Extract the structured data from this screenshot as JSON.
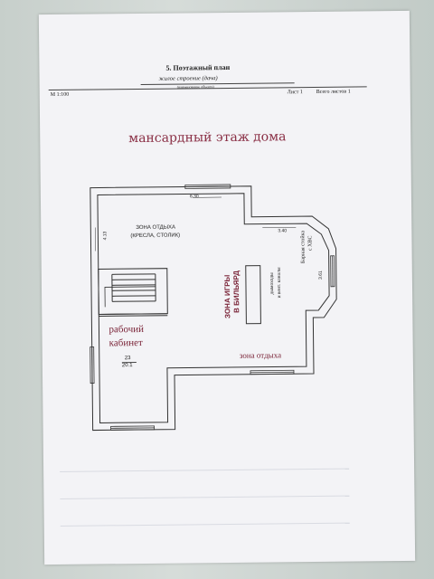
{
  "header": {
    "title": "5. Поэтажный план",
    "subtitle": "жилое строение (дача)",
    "subnote": "(наименование объекта)",
    "scale": "М 1:100",
    "sheet": "Лист 1",
    "sheets_total": "Всего листов 1"
  },
  "plan": {
    "heading": "мансардный этаж дома",
    "dimensions": {
      "top": "6.30",
      "left": "4.13",
      "bay": "3.40",
      "right": "3.61"
    },
    "zones": {
      "rest_top": {
        "line1": "ЗОНА ОТДЫХА",
        "line2": "(КРЕСЛА, СТОЛИК)"
      },
      "billiard": {
        "line1": "ЗОНА ИГРЫ",
        "line2": "В БИЛЬЯРД"
      },
      "chimney": {
        "line1": "дымоходы",
        "line2": "и вент. каналы"
      },
      "bar": {
        "line1": "Барная стойка",
        "line2": "с ХВС"
      },
      "study": {
        "line1": "рабочий",
        "line2": "кабинет",
        "number": "23",
        "area": "20.1"
      },
      "rest_bottom": "зона отдыха"
    }
  }
}
